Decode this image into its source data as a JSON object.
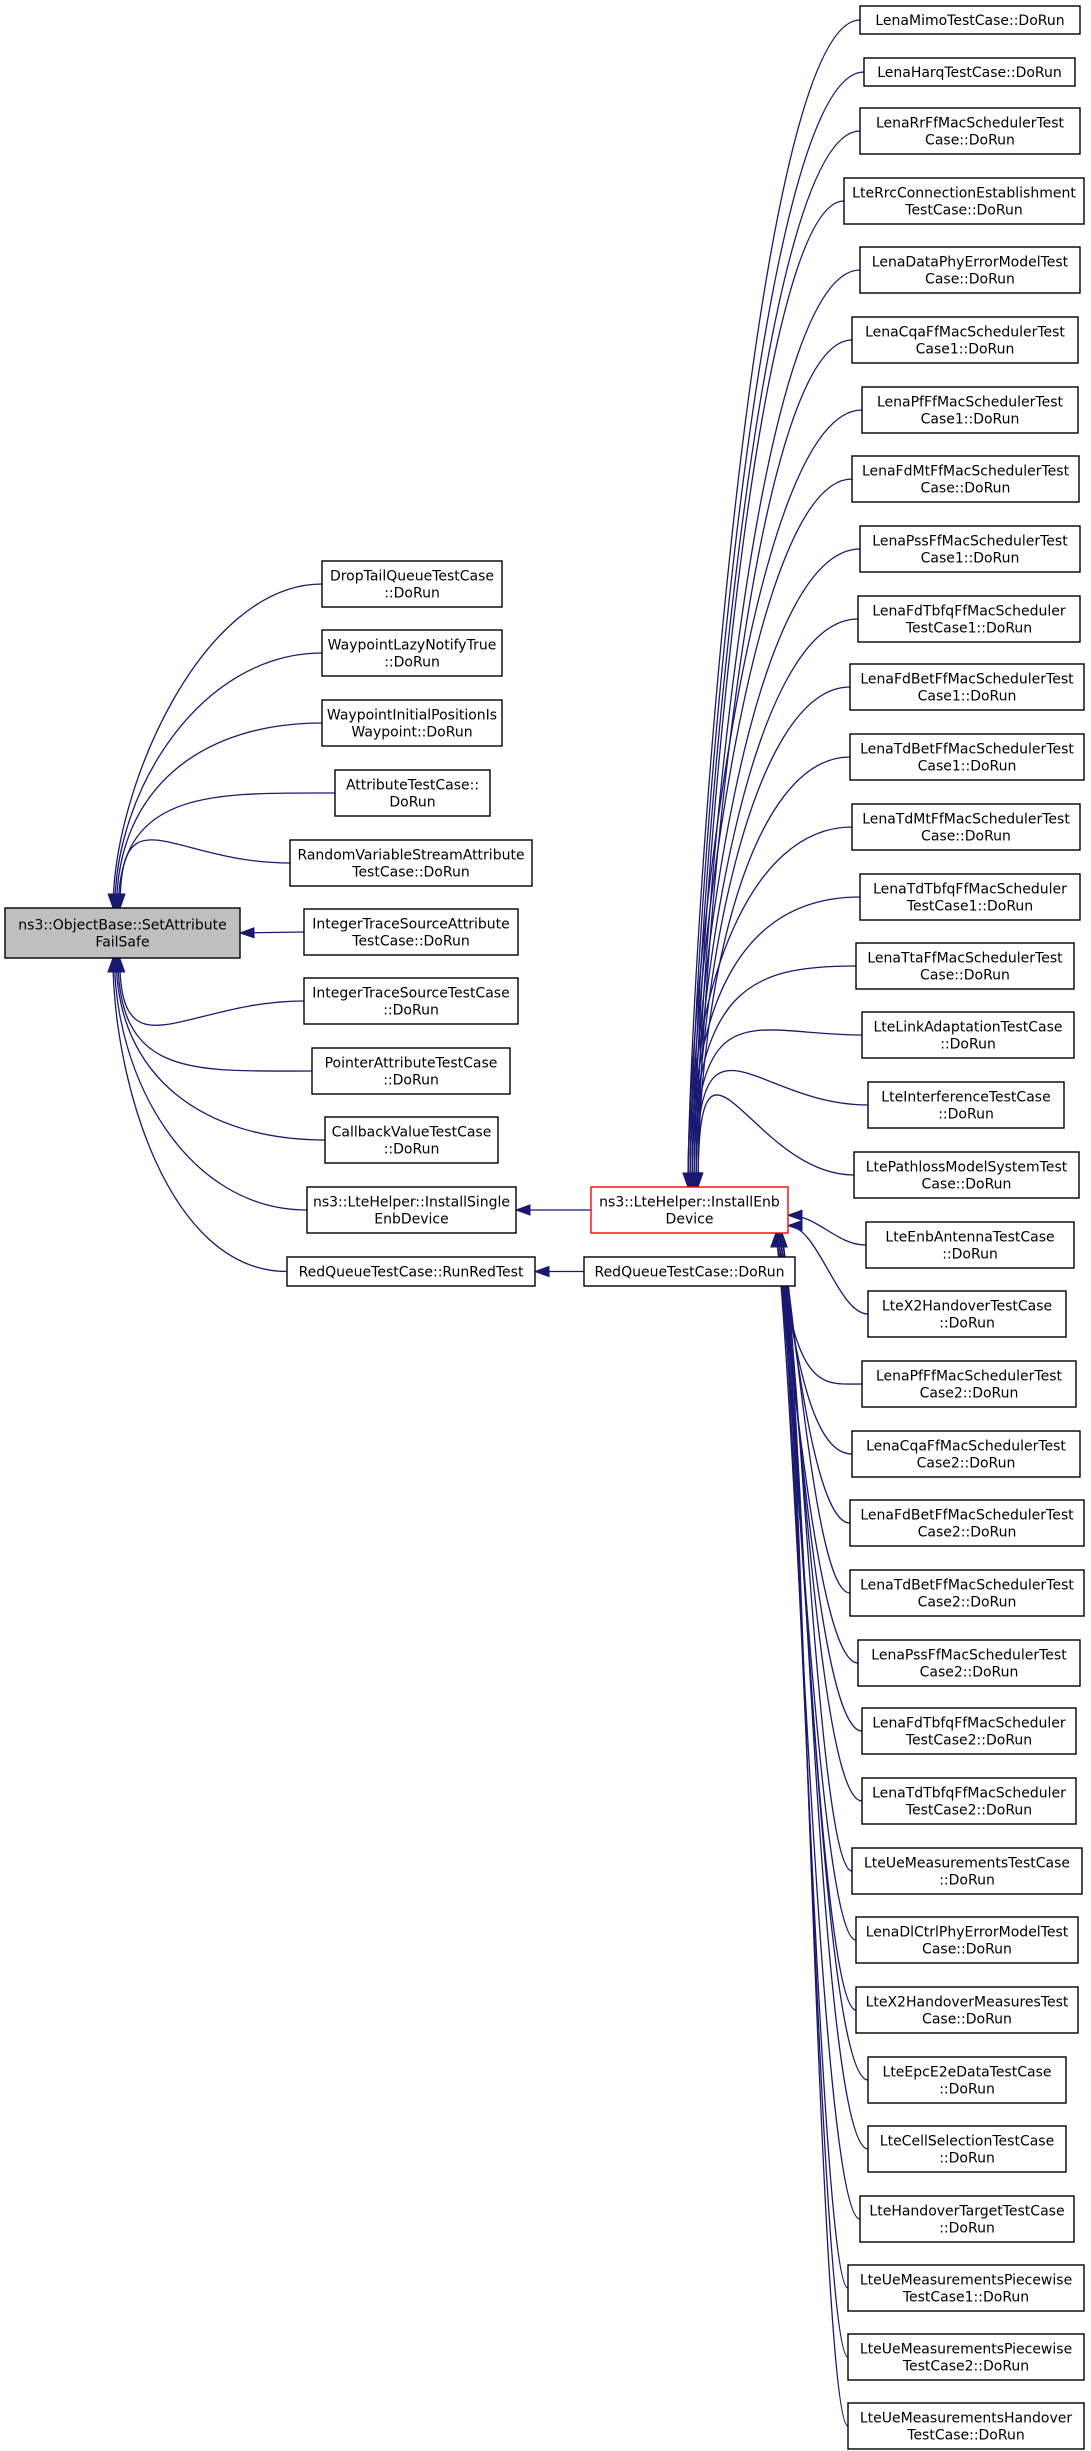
{
  "diagram": {
    "edge_color": "#191970",
    "root_fill": "#bfbfbf",
    "highlight_border": "#ff0000",
    "nodes": [
      {
        "id": "setattr",
        "lines": [
          "ns3::ObjectBase::SetAttribute",
          "FailSafe"
        ],
        "style": "root"
      },
      {
        "id": "droptail",
        "lines": [
          "DropTailQueueTestCase",
          "::DoRun"
        ]
      },
      {
        "id": "waypointlazy",
        "lines": [
          "WaypointLazyNotifyTrue",
          "::DoRun"
        ]
      },
      {
        "id": "waypointinit",
        "lines": [
          "WaypointInitialPositionIs",
          "Waypoint::DoRun"
        ]
      },
      {
        "id": "attrtest",
        "lines": [
          "AttributeTestCase::",
          "DoRun"
        ]
      },
      {
        "id": "randvar",
        "lines": [
          "RandomVariableStreamAttribute",
          "TestCase::DoRun"
        ]
      },
      {
        "id": "inttracesrcattr",
        "lines": [
          "IntegerTraceSourceAttribute",
          "TestCase::DoRun"
        ]
      },
      {
        "id": "inttracesrc",
        "lines": [
          "IntegerTraceSourceTestCase",
          "::DoRun"
        ]
      },
      {
        "id": "pointerattr",
        "lines": [
          "PointerAttributeTestCase",
          "::DoRun"
        ]
      },
      {
        "id": "callbackval",
        "lines": [
          "CallbackValueTestCase",
          "::DoRun"
        ]
      },
      {
        "id": "installsingle",
        "lines": [
          "ns3::LteHelper::InstallSingle",
          "EnbDevice"
        ]
      },
      {
        "id": "runred",
        "lines": [
          "RedQueueTestCase::RunRedTest"
        ]
      },
      {
        "id": "installenb",
        "lines": [
          "ns3::LteHelper::InstallEnb",
          "Device"
        ],
        "style": "highlight"
      },
      {
        "id": "reddorun",
        "lines": [
          "RedQueueTestCase::DoRun"
        ]
      },
      {
        "id": "r00",
        "lines": [
          "LenaMimoTestCase::DoRun"
        ]
      },
      {
        "id": "r01",
        "lines": [
          "LenaHarqTestCase::DoRun"
        ]
      },
      {
        "id": "r02",
        "lines": [
          "LenaRrFfMacSchedulerTest",
          "Case::DoRun"
        ]
      },
      {
        "id": "r03",
        "lines": [
          "LteRrcConnectionEstablishment",
          "TestCase::DoRun"
        ]
      },
      {
        "id": "r04",
        "lines": [
          "LenaDataPhyErrorModelTest",
          "Case::DoRun"
        ]
      },
      {
        "id": "r05",
        "lines": [
          "LenaCqaFfMacSchedulerTest",
          "Case1::DoRun"
        ]
      },
      {
        "id": "r06",
        "lines": [
          "LenaPfFfMacSchedulerTest",
          "Case1::DoRun"
        ]
      },
      {
        "id": "r07",
        "lines": [
          "LenaFdMtFfMacSchedulerTest",
          "Case::DoRun"
        ]
      },
      {
        "id": "r08",
        "lines": [
          "LenaPssFfMacSchedulerTest",
          "Case1::DoRun"
        ]
      },
      {
        "id": "r09",
        "lines": [
          "LenaFdTbfqFfMacScheduler",
          "TestCase1::DoRun"
        ]
      },
      {
        "id": "r10",
        "lines": [
          "LenaFdBetFfMacSchedulerTest",
          "Case1::DoRun"
        ]
      },
      {
        "id": "r11",
        "lines": [
          "LenaTdBetFfMacSchedulerTest",
          "Case1::DoRun"
        ]
      },
      {
        "id": "r12",
        "lines": [
          "LenaTdMtFfMacSchedulerTest",
          "Case::DoRun"
        ]
      },
      {
        "id": "r13",
        "lines": [
          "LenaTdTbfqFfMacScheduler",
          "TestCase1::DoRun"
        ]
      },
      {
        "id": "r14",
        "lines": [
          "LenaTtaFfMacSchedulerTest",
          "Case::DoRun"
        ]
      },
      {
        "id": "r15",
        "lines": [
          "LteLinkAdaptationTestCase",
          "::DoRun"
        ]
      },
      {
        "id": "r16",
        "lines": [
          "LteInterferenceTestCase",
          "::DoRun"
        ]
      },
      {
        "id": "r17",
        "lines": [
          "LtePathlossModelSystemTest",
          "Case::DoRun"
        ]
      },
      {
        "id": "r18",
        "lines": [
          "LteEnbAntennaTestCase",
          "::DoRun"
        ]
      },
      {
        "id": "r19",
        "lines": [
          "LteX2HandoverTestCase",
          "::DoRun"
        ]
      },
      {
        "id": "r20",
        "lines": [
          "LenaPfFfMacSchedulerTest",
          "Case2::DoRun"
        ]
      },
      {
        "id": "r21",
        "lines": [
          "LenaCqaFfMacSchedulerTest",
          "Case2::DoRun"
        ]
      },
      {
        "id": "r22",
        "lines": [
          "LenaFdBetFfMacSchedulerTest",
          "Case2::DoRun"
        ]
      },
      {
        "id": "r23",
        "lines": [
          "LenaTdBetFfMacSchedulerTest",
          "Case2::DoRun"
        ]
      },
      {
        "id": "r24",
        "lines": [
          "LenaPssFfMacSchedulerTest",
          "Case2::DoRun"
        ]
      },
      {
        "id": "r25",
        "lines": [
          "LenaFdTbfqFfMacScheduler",
          "TestCase2::DoRun"
        ]
      },
      {
        "id": "r26",
        "lines": [
          "LenaTdTbfqFfMacScheduler",
          "TestCase2::DoRun"
        ]
      },
      {
        "id": "r27",
        "lines": [
          "LteUeMeasurementsTestCase",
          "::DoRun"
        ]
      },
      {
        "id": "r28",
        "lines": [
          "LenaDlCtrlPhyErrorModelTest",
          "Case::DoRun"
        ]
      },
      {
        "id": "r29",
        "lines": [
          "LteX2HandoverMeasuresTest",
          "Case::DoRun"
        ]
      },
      {
        "id": "r30",
        "lines": [
          "LteEpcE2eDataTestCase",
          "::DoRun"
        ]
      },
      {
        "id": "r31",
        "lines": [
          "LteCellSelectionTestCase",
          "::DoRun"
        ]
      },
      {
        "id": "r32",
        "lines": [
          "LteHandoverTargetTestCase",
          "::DoRun"
        ]
      },
      {
        "id": "r33",
        "lines": [
          "LteUeMeasurementsPiecewise",
          "TestCase1::DoRun"
        ]
      },
      {
        "id": "r34",
        "lines": [
          "LteUeMeasurementsPiecewise",
          "TestCase2::DoRun"
        ]
      },
      {
        "id": "r35",
        "lines": [
          "LteUeMeasurementsHandover",
          "TestCase::DoRun"
        ]
      }
    ],
    "edges": [
      {
        "from": "droptail",
        "to": "setattr"
      },
      {
        "from": "waypointlazy",
        "to": "setattr"
      },
      {
        "from": "waypointinit",
        "to": "setattr"
      },
      {
        "from": "attrtest",
        "to": "setattr"
      },
      {
        "from": "randvar",
        "to": "setattr"
      },
      {
        "from": "inttracesrcattr",
        "to": "setattr"
      },
      {
        "from": "inttracesrc",
        "to": "setattr"
      },
      {
        "from": "pointerattr",
        "to": "setattr"
      },
      {
        "from": "callbackval",
        "to": "setattr"
      },
      {
        "from": "installsingle",
        "to": "setattr"
      },
      {
        "from": "runred",
        "to": "setattr"
      },
      {
        "from": "installenb",
        "to": "installsingle"
      },
      {
        "from": "reddorun",
        "to": "runred"
      },
      {
        "from": "r00",
        "to": "installenb"
      },
      {
        "from": "r01",
        "to": "installenb"
      },
      {
        "from": "r02",
        "to": "installenb"
      },
      {
        "from": "r03",
        "to": "installenb"
      },
      {
        "from": "r04",
        "to": "installenb"
      },
      {
        "from": "r05",
        "to": "installenb"
      },
      {
        "from": "r06",
        "to": "installenb"
      },
      {
        "from": "r07",
        "to": "installenb"
      },
      {
        "from": "r08",
        "to": "installenb"
      },
      {
        "from": "r09",
        "to": "installenb"
      },
      {
        "from": "r10",
        "to": "installenb"
      },
      {
        "from": "r11",
        "to": "installenb"
      },
      {
        "from": "r12",
        "to": "installenb"
      },
      {
        "from": "r13",
        "to": "installenb"
      },
      {
        "from": "r14",
        "to": "installenb"
      },
      {
        "from": "r15",
        "to": "installenb"
      },
      {
        "from": "r16",
        "to": "installenb"
      },
      {
        "from": "r17",
        "to": "installenb"
      },
      {
        "from": "r18",
        "to": "installenb"
      },
      {
        "from": "r19",
        "to": "installenb"
      },
      {
        "from": "r20",
        "to": "installenb"
      },
      {
        "from": "r21",
        "to": "installenb"
      },
      {
        "from": "r22",
        "to": "installenb"
      },
      {
        "from": "r23",
        "to": "installenb"
      },
      {
        "from": "r24",
        "to": "installenb"
      },
      {
        "from": "r25",
        "to": "installenb"
      },
      {
        "from": "r26",
        "to": "installenb"
      },
      {
        "from": "r27",
        "to": "installenb"
      },
      {
        "from": "r28",
        "to": "installenb"
      },
      {
        "from": "r29",
        "to": "installenb"
      },
      {
        "from": "r30",
        "to": "installenb"
      },
      {
        "from": "r31",
        "to": "installenb"
      },
      {
        "from": "r32",
        "to": "installenb"
      },
      {
        "from": "r33",
        "to": "installenb"
      },
      {
        "from": "r34",
        "to": "installenb"
      },
      {
        "from": "r35",
        "to": "installenb"
      }
    ]
  }
}
